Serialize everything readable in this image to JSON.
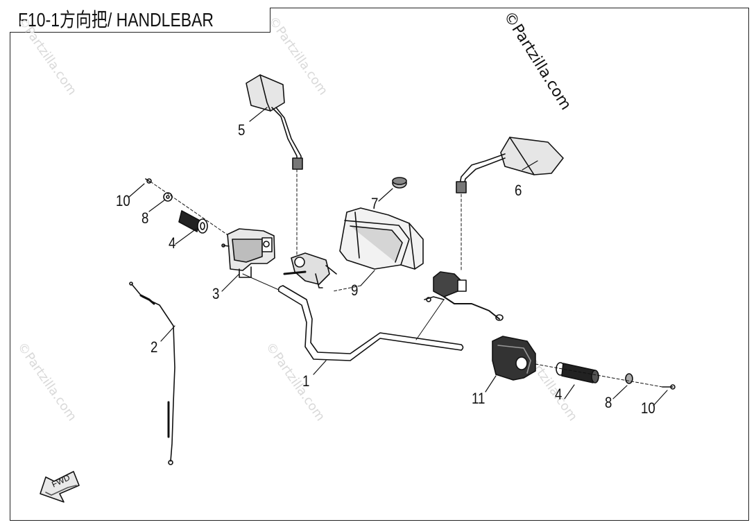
{
  "title": "F10-1方向把/ HANDLEBAR",
  "copyright": "©Partzilla.com",
  "watermark_text": "©Partzilla.com",
  "fwd_label": "FWD",
  "callouts": {
    "c1": "1",
    "c2": "2",
    "c3": "3",
    "c4a": "4",
    "c4b": "4",
    "c5": "5",
    "c6": "6",
    "c7": "7",
    "c8a": "8",
    "c8b": "8",
    "c9": "9",
    "c10a": "10",
    "c10b": "10",
    "c11": "11"
  }
}
